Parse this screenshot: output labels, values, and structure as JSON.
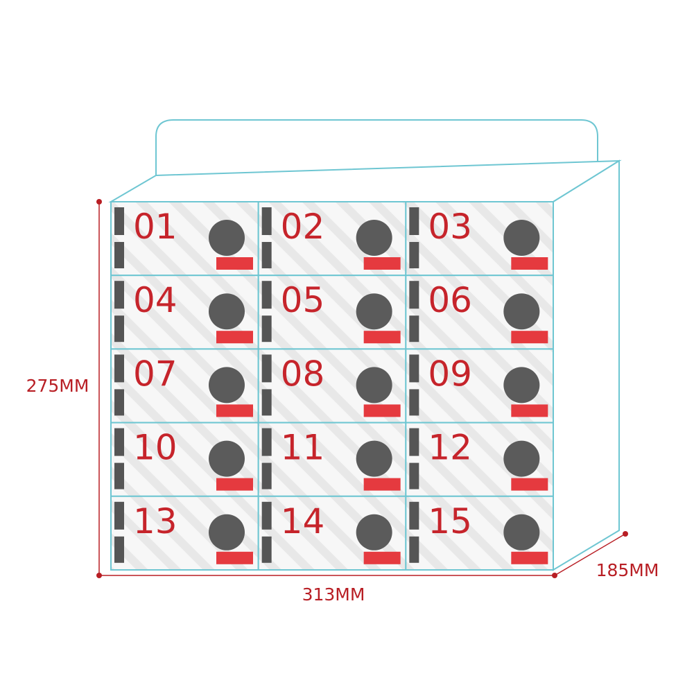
{
  "colors": {
    "outline": "#6ec6d2",
    "number": "#c6242b",
    "dimension": "#b81e24",
    "knob": "#5b5b5b",
    "tab": "#e53a3f",
    "bar": "#555555",
    "stripe": "#e8e8e8",
    "cell_bg": "#f7f7f7"
  },
  "cabinet": {
    "rows": 5,
    "cols": 3,
    "cells": [
      {
        "number": "01"
      },
      {
        "number": "02"
      },
      {
        "number": "03"
      },
      {
        "number": "04"
      },
      {
        "number": "05"
      },
      {
        "number": "06"
      },
      {
        "number": "07"
      },
      {
        "number": "08"
      },
      {
        "number": "09"
      },
      {
        "number": "10"
      },
      {
        "number": "11"
      },
      {
        "number": "12"
      },
      {
        "number": "13"
      },
      {
        "number": "14"
      },
      {
        "number": "15"
      }
    ]
  },
  "dimensions": {
    "height": "275MM",
    "width": "313MM",
    "depth": "185MM"
  }
}
